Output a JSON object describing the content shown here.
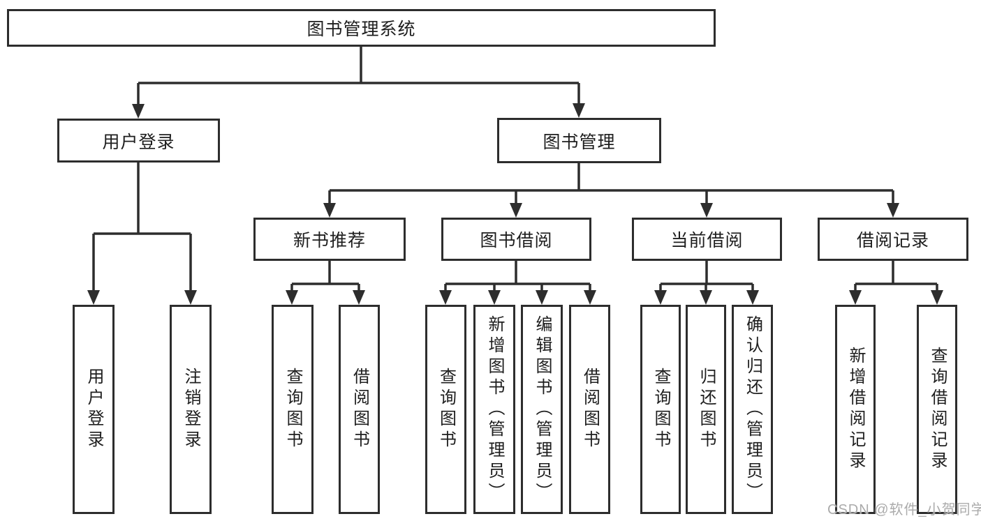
{
  "diagram": {
    "tree": {
      "label": "图书管理系统",
      "children": [
        {
          "label": "用户登录",
          "children": [
            {
              "label": "用户登录"
            },
            {
              "label": "注销登录"
            }
          ]
        },
        {
          "label": "图书管理",
          "children": [
            {
              "label": "新书推荐",
              "children": [
                {
                  "label": "查询图书"
                },
                {
                  "label": "借阅图书"
                }
              ]
            },
            {
              "label": "图书借阅",
              "children": [
                {
                  "label": "查询图书"
                },
                {
                  "label": "新增图书（管理员）"
                },
                {
                  "label": "编辑图书（管理员）"
                },
                {
                  "label": "借阅图书"
                }
              ]
            },
            {
              "label": "当前借阅",
              "children": [
                {
                  "label": "查询图书"
                },
                {
                  "label": "归还图书"
                },
                {
                  "label": "确认归还（管理员）"
                }
              ]
            },
            {
              "label": "借阅记录",
              "children": [
                {
                  "label": "新增借阅记录"
                },
                {
                  "label": "查询借阅记录"
                }
              ]
            }
          ]
        }
      ]
    },
    "colors": {
      "line": "#2d2d2d",
      "text": "#1e1e1e",
      "background": "#ffffff",
      "watermark": "#ababab"
    }
  },
  "watermark": {
    "text": "CSDN @软件_小贺同学"
  }
}
